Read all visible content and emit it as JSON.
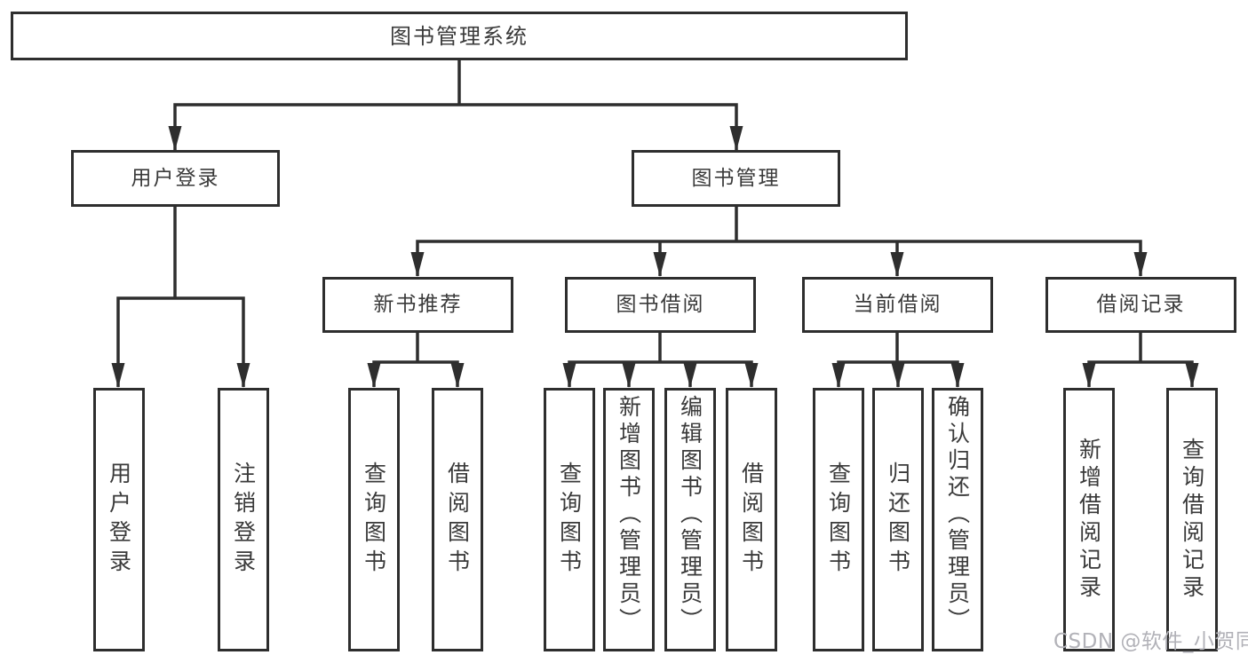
{
  "diagram": {
    "title": "图书管理系统",
    "root": "图书管理系统",
    "branches": [
      {
        "label": "用户登录",
        "children": [
          "用户登录",
          "注销登录"
        ]
      },
      {
        "label": "图书管理",
        "groups": [
          {
            "label": "新书推荐",
            "children": [
              "查询图书",
              "借阅图书"
            ]
          },
          {
            "label": "图书借阅",
            "children": [
              "查询图书",
              "新增图书（管理员）",
              "编辑图书（管理员）",
              "借阅图书"
            ]
          },
          {
            "label": "当前借阅",
            "children": [
              "查询图书",
              "归还图书",
              "确认归还（管理员）"
            ]
          },
          {
            "label": "借阅记录",
            "children": [
              "新增借阅记录",
              "查询借阅记录"
            ]
          }
        ]
      }
    ]
  },
  "watermark": "CSDN @软件_小贺同学",
  "colors": {
    "line": "#2e2e2e",
    "text": "#3a3a3a",
    "box_bg": "#ffffff",
    "watermark": "#b2b2b8"
  }
}
